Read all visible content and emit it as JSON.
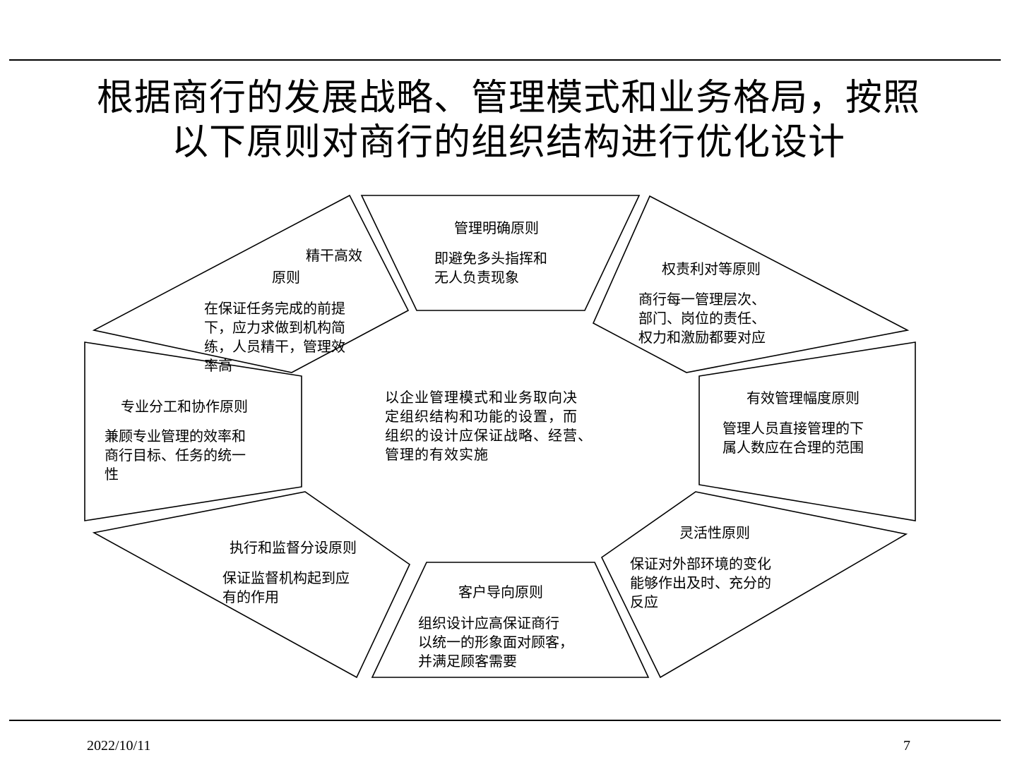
{
  "slide": {
    "title_line1": "根据商行的发展战略、管理模式和业务格局，按照",
    "title_line2": "以下原则对商行的组织结构进行优化设计",
    "date": "2022/10/11",
    "page_number": "7"
  },
  "center": {
    "text": "以企业管理模式和业务取向决\n定组织结构和功能的设置，而\n组织的设计应保证战略、经营、\n管理的有效实施"
  },
  "principles": {
    "clear_management": {
      "title": "管理明确原则",
      "desc": "即避免多头指挥和\n无人负责现象"
    },
    "equal_rights": {
      "title": "权责利对等原则",
      "desc": "商行每一管理层次、\n部门、岗位的责任、\n权力和激励都要对应"
    },
    "effective_span": {
      "title": "有效管理幅度原则",
      "desc": "管理人员直接管理的下\n属人数应在合理的范围"
    },
    "flexibility": {
      "title": "灵活性原则",
      "desc": "保证对外部环境的变化\n能够作出及时、充分的\n反应"
    },
    "customer_oriented": {
      "title": "客户导向原则",
      "desc": "组织设计应高保证商行\n以统一的形象面对顾客，\n并满足顾客需要"
    },
    "execution_supervision": {
      "title": "执行和监督分设原则",
      "desc": "保证监督机构起到应\n有的作用"
    },
    "specialization": {
      "title": "专业分工和协作原则",
      "desc": "兼顾专业管理的效率和\n商行目标、任务的统一\n性"
    },
    "lean_efficient": {
      "title_line1": "精干高效",
      "title_line2": "原则",
      "desc": "在保证任务完成的前提\n下，应力求做到机构简\n练，人员精干，管理效\n率高"
    }
  }
}
